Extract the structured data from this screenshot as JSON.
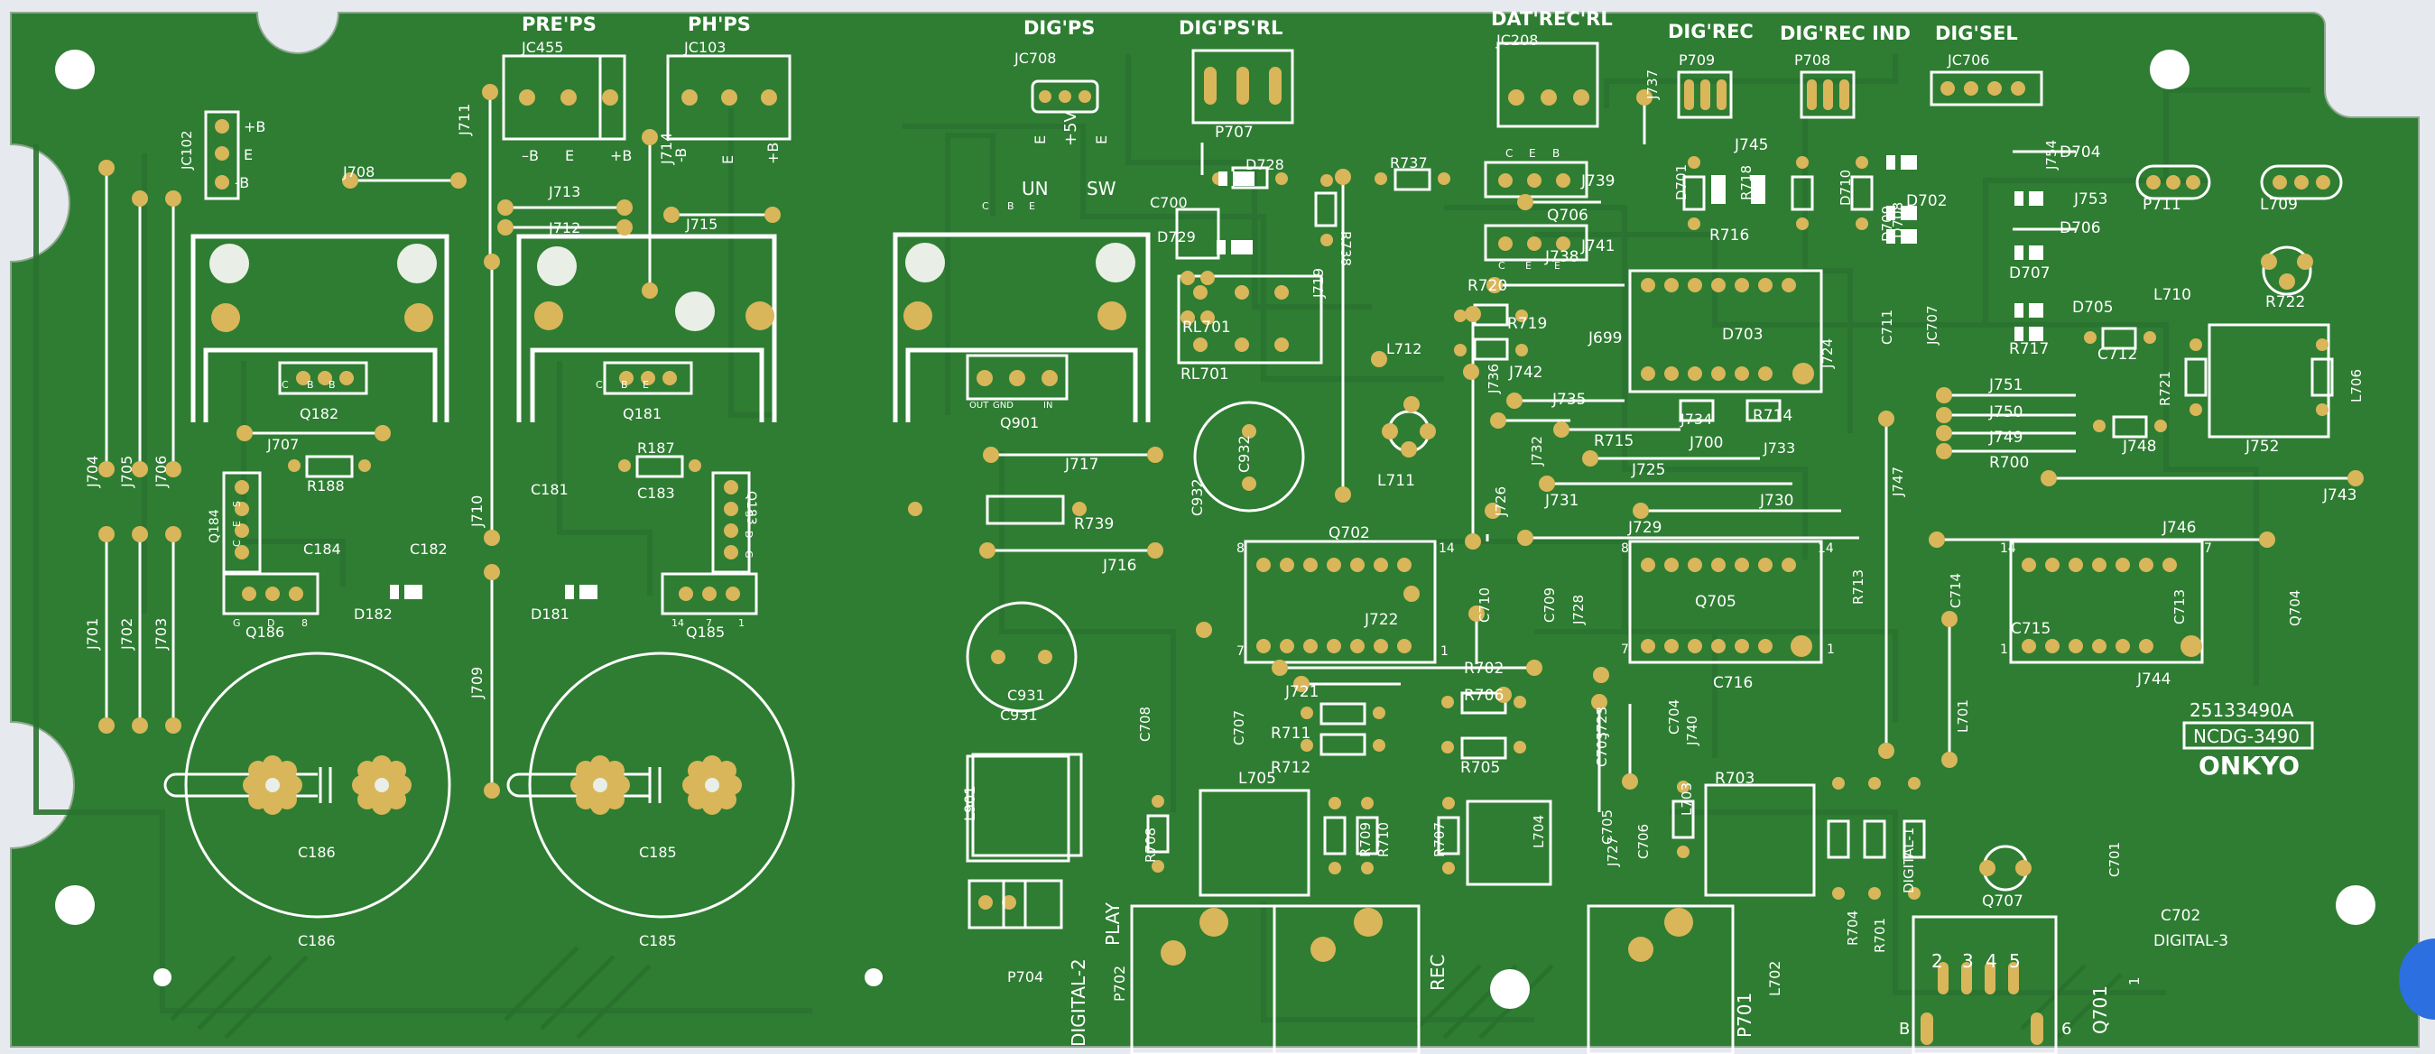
{
  "board": {
    "part_number": "25133490A",
    "model": "NCDG-3490",
    "brand": "ONKYO",
    "colors": {
      "board": "#2e7d32",
      "trace": "#2a7230",
      "pad": "#d9b65a",
      "silk": "#ffffff",
      "background": "#e6e9ee"
    }
  },
  "headers": [
    {
      "text": "PRE'PS"
    },
    {
      "text": "PH'PS"
    },
    {
      "text": "DIG'PS"
    },
    {
      "text": "DIG'PS'RL"
    },
    {
      "text": "DAT'REC'RL"
    },
    {
      "text": "DIG'REC"
    },
    {
      "text": "DIG'REC IND"
    },
    {
      "text": "DIG'SEL"
    }
  ],
  "labels": [
    {
      "text": "JC455"
    },
    {
      "text": "JC103"
    },
    {
      "text": "JC708"
    },
    {
      "text": "P707"
    },
    {
      "text": "JC208"
    },
    {
      "text": "P709"
    },
    {
      "text": "P708"
    },
    {
      "text": "JC706"
    },
    {
      "text": "JC102"
    },
    {
      "text": "+B"
    },
    {
      "text": "E"
    },
    {
      "text": "-B"
    },
    {
      "text": "–B"
    },
    {
      "text": "E"
    },
    {
      "text": "+B"
    },
    {
      "text": "-B"
    },
    {
      "text": "E"
    },
    {
      "text": "+B"
    },
    {
      "text": "+5V"
    },
    {
      "text": "E"
    },
    {
      "text": "E"
    },
    {
      "text": "UN"
    },
    {
      "text": "SW"
    },
    {
      "text": "J711"
    },
    {
      "text": "J714"
    },
    {
      "text": "J708"
    },
    {
      "text": "J713"
    },
    {
      "text": "J712"
    },
    {
      "text": "J715"
    },
    {
      "text": "Q182"
    },
    {
      "text": "Q181"
    },
    {
      "text": "Q184"
    },
    {
      "text": "Q183"
    },
    {
      "text": "Q186"
    },
    {
      "text": "Q185"
    },
    {
      "text": "R188"
    },
    {
      "text": "R187"
    },
    {
      "text": "C184"
    },
    {
      "text": "C182"
    },
    {
      "text": "C181"
    },
    {
      "text": "C183"
    },
    {
      "text": "D182"
    },
    {
      "text": "D181"
    },
    {
      "text": "J707"
    },
    {
      "text": "J710"
    },
    {
      "text": "J709"
    },
    {
      "text": "C186"
    },
    {
      "text": "C185"
    },
    {
      "text": "C186"
    },
    {
      "text": "C185"
    },
    {
      "text": "J704"
    },
    {
      "text": "J705"
    },
    {
      "text": "J706"
    },
    {
      "text": "J701"
    },
    {
      "text": "J702"
    },
    {
      "text": "J703"
    },
    {
      "text": "Q901"
    },
    {
      "text": "OUT"
    },
    {
      "text": "GND"
    },
    {
      "text": "IN"
    },
    {
      "text": "J717"
    },
    {
      "text": "R739"
    },
    {
      "text": "J716"
    },
    {
      "text": "C932"
    },
    {
      "text": "C932"
    },
    {
      "text": "C931"
    },
    {
      "text": "C931"
    },
    {
      "text": "L901"
    },
    {
      "text": "P704"
    },
    {
      "text": "DIGITAL-2"
    },
    {
      "text": "P702"
    },
    {
      "text": "PLAY"
    },
    {
      "text": "REC"
    },
    {
      "text": "D728"
    },
    {
      "text": "C700"
    },
    {
      "text": "D729"
    },
    {
      "text": "R738"
    },
    {
      "text": "R737"
    },
    {
      "text": "RL701"
    },
    {
      "text": "RL701"
    },
    {
      "text": "J719"
    },
    {
      "text": "L712"
    },
    {
      "text": "L711"
    },
    {
      "text": "Q702"
    },
    {
      "text": "J722"
    },
    {
      "text": "C710"
    },
    {
      "text": "C709"
    },
    {
      "text": "J728"
    },
    {
      "text": "J721"
    },
    {
      "text": "R711"
    },
    {
      "text": "R712"
    },
    {
      "text": "R706"
    },
    {
      "text": "R705"
    },
    {
      "text": "C708"
    },
    {
      "text": "C707"
    },
    {
      "text": "L705"
    },
    {
      "text": "R708"
    },
    {
      "text": "R709"
    },
    {
      "text": "R710"
    },
    {
      "text": "R707"
    },
    {
      "text": "L704"
    },
    {
      "text": "C703"
    },
    {
      "text": "C704"
    },
    {
      "text": "C705"
    },
    {
      "text": "C706"
    },
    {
      "text": "J727"
    },
    {
      "text": "J740"
    },
    {
      "text": "J723"
    },
    {
      "text": "R702"
    },
    {
      "text": "L703"
    },
    {
      "text": "R703"
    },
    {
      "text": "R704"
    },
    {
      "text": "R701"
    },
    {
      "text": "DIGITAL-1"
    },
    {
      "text": "P701"
    },
    {
      "text": "L702"
    },
    {
      "text": "Q707"
    },
    {
      "text": "J739"
    },
    {
      "text": "Q706"
    },
    {
      "text": "J741"
    },
    {
      "text": "J738"
    },
    {
      "text": "R720"
    },
    {
      "text": "R719"
    },
    {
      "text": "J742"
    },
    {
      "text": "J737"
    },
    {
      "text": "J699"
    },
    {
      "text": "D703"
    },
    {
      "text": "J724"
    },
    {
      "text": "J736"
    },
    {
      "text": "J735"
    },
    {
      "text": "R715"
    },
    {
      "text": "J734"
    },
    {
      "text": "J700"
    },
    {
      "text": "R714"
    },
    {
      "text": "J733"
    },
    {
      "text": "J725"
    },
    {
      "text": "J726"
    },
    {
      "text": "J732"
    },
    {
      "text": "J731"
    },
    {
      "text": "J730"
    },
    {
      "text": "J729"
    },
    {
      "text": "Q705"
    },
    {
      "text": "C716"
    },
    {
      "text": "R713"
    },
    {
      "text": "D701"
    },
    {
      "text": "R716"
    },
    {
      "text": "R718"
    },
    {
      "text": "D710"
    },
    {
      "text": "J745"
    },
    {
      "text": "D709"
    },
    {
      "text": "D702"
    },
    {
      "text": "D708"
    },
    {
      "text": "J754"
    },
    {
      "text": "D704"
    },
    {
      "text": "J753"
    },
    {
      "text": "D706"
    },
    {
      "text": "D707"
    },
    {
      "text": "D705"
    },
    {
      "text": "R717"
    },
    {
      "text": "C712"
    },
    {
      "text": "C711"
    },
    {
      "text": "JC707"
    },
    {
      "text": "P711"
    },
    {
      "text": "L709"
    },
    {
      "text": "L710"
    },
    {
      "text": "R722"
    },
    {
      "text": "R721"
    },
    {
      "text": "L706"
    },
    {
      "text": "J752"
    },
    {
      "text": "J751"
    },
    {
      "text": "J750"
    },
    {
      "text": "J749"
    },
    {
      "text": "R700"
    },
    {
      "text": "J748"
    },
    {
      "text": "J743"
    },
    {
      "text": "J747"
    },
    {
      "text": "J746"
    },
    {
      "text": "C715"
    },
    {
      "text": "C714"
    },
    {
      "text": "C713"
    },
    {
      "text": "Q704"
    },
    {
      "text": "J744"
    },
    {
      "text": "L701"
    },
    {
      "text": "C701"
    },
    {
      "text": "C702"
    },
    {
      "text": "DIGITAL-3"
    },
    {
      "text": "Q701"
    },
    {
      "text": "1"
    },
    {
      "text": "2"
    },
    {
      "text": "3"
    },
    {
      "text": "4"
    },
    {
      "text": "5"
    },
    {
      "text": "6"
    },
    {
      "text": "B"
    },
    {
      "text": "C"
    },
    {
      "text": "E"
    },
    {
      "text": "B"
    },
    {
      "text": "C"
    },
    {
      "text": "E"
    },
    {
      "text": "E"
    },
    {
      "text": "C"
    },
    {
      "text": "B"
    },
    {
      "text": "E"
    },
    {
      "text": "C"
    },
    {
      "text": "B"
    },
    {
      "text": "E"
    },
    {
      "text": "C"
    },
    {
      "text": "B"
    },
    {
      "text": "B"
    },
    {
      "text": "C"
    },
    {
      "text": "E"
    },
    {
      "text": "S"
    },
    {
      "text": "G"
    },
    {
      "text": "D"
    },
    {
      "text": "S"
    },
    {
      "text": "G"
    },
    {
      "text": "D"
    },
    {
      "text": "8"
    },
    {
      "text": "14"
    },
    {
      "text": "7"
    },
    {
      "text": "1"
    },
    {
      "text": "8"
    },
    {
      "text": "14"
    },
    {
      "text": "7"
    },
    {
      "text": "1"
    },
    {
      "text": "8"
    },
    {
      "text": "14"
    },
    {
      "text": "7"
    },
    {
      "text": "1"
    },
    {
      "text": "14"
    },
    {
      "text": "7"
    },
    {
      "text": "1"
    }
  ]
}
